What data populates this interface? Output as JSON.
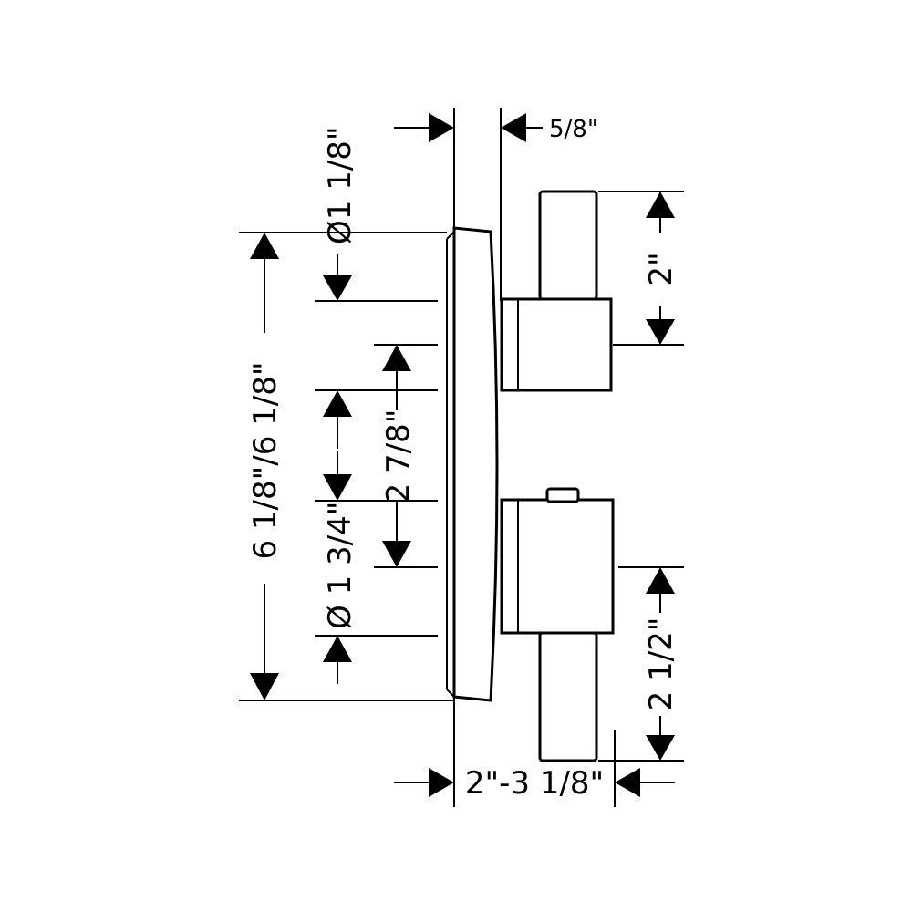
{
  "dimensions": {
    "top_offset": "5/8\"",
    "top_diameter": "Ø1 1/8\"",
    "overall_height": "6 1/8\"/6 1/8\"",
    "center_spacing": "2 7/8\"",
    "bottom_diameter": "Ø 1 3/4\"",
    "upper_handle": "2\"",
    "lower_handle": "2 1/2\"",
    "depth_range": "2\"-3 1/8\""
  }
}
